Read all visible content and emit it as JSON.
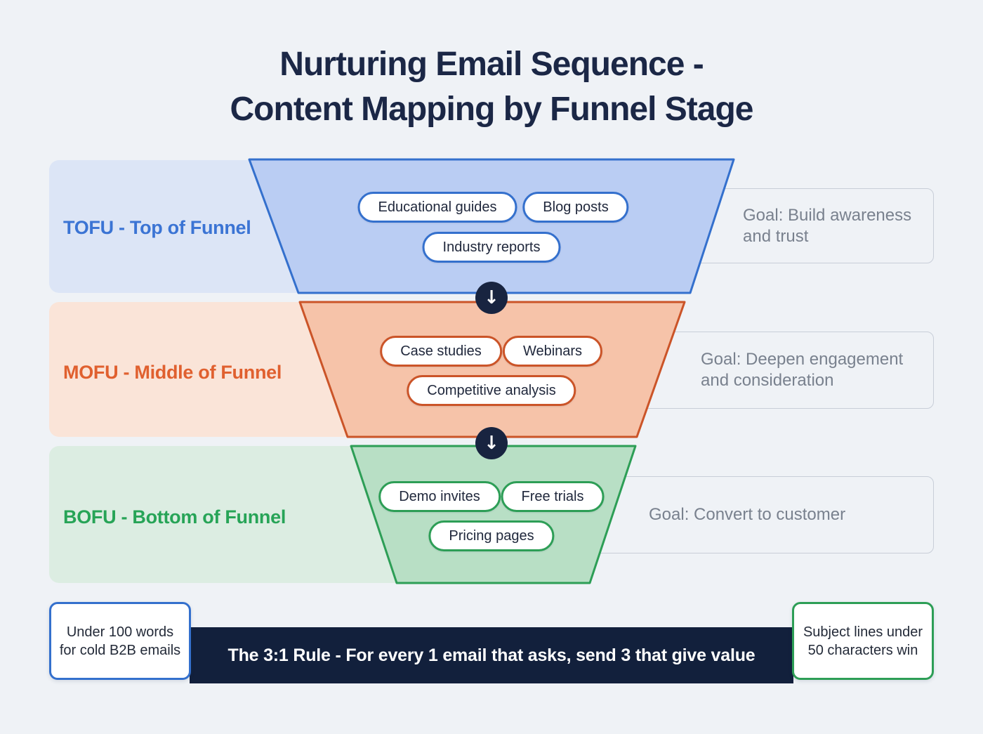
{
  "title": {
    "line1": "Nurturing Email Sequence -",
    "line2": "Content Mapping by Funnel Stage"
  },
  "stages": [
    {
      "name": "tofu",
      "label": "TOFU - Top of Funnel",
      "pills": [
        "Educational guides",
        "Blog posts",
        "Industry reports"
      ],
      "goal": "Goal: Build awareness and trust",
      "accent": "#3470cd",
      "funnel_fill": "#bacdf3",
      "panel_tint": "#dce5f6",
      "label_color": "#3b74d4"
    },
    {
      "name": "mofu",
      "label": "MOFU - Middle of Funnel",
      "pills": [
        "Case studies",
        "Webinars",
        "Competitive analysis"
      ],
      "goal": "Goal: Deepen engagement and consideration",
      "accent": "#cb5428",
      "funnel_fill": "#f6c3a9",
      "panel_tint": "#fae4d8",
      "label_color": "#e0602f"
    },
    {
      "name": "bofu",
      "label": "BOFU - Bottom of Funnel",
      "pills": [
        "Demo invites",
        "Free trials",
        "Pricing pages"
      ],
      "goal": "Goal: Convert to customer",
      "accent": "#2d9e56",
      "funnel_fill": "#b8dfc5",
      "panel_tint": "#dcede2",
      "label_color": "#27a457"
    }
  ],
  "icons": {
    "down_arrow": "↓"
  },
  "footer": {
    "left_note": "Under 100 words for cold B2B emails",
    "rule": "The 3:1 Rule - For every 1 email that asks, send 3 that give value",
    "right_note": "Subject lines under 50 characters win"
  },
  "colors": {
    "background": "#eff2f6",
    "title_text": "#1b2746",
    "rule_bar_bg": "#12203c",
    "arrow_circle_bg": "#182440",
    "goal_text": "#79818e",
    "goal_border": "#c8ced8",
    "pill_text": "#20283c"
  }
}
